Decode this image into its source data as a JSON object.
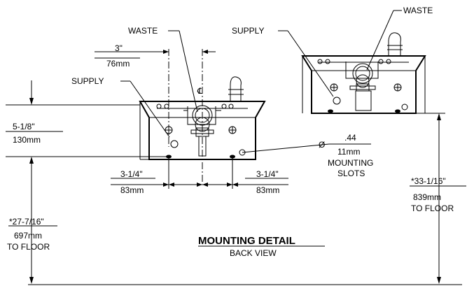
{
  "labels": {
    "waste_left": "WASTE",
    "waste_right": "WASTE",
    "supply_left": "SUPPLY",
    "supply_right": "SUPPLY",
    "dim_3_in": "3\"",
    "dim_3_mm": "76mm",
    "centerline": "℄",
    "dim_518_in": "5-1/8\"",
    "dim_518_mm": "130mm",
    "dim_314_left_in": "3-1/4\"",
    "dim_314_left_mm": "83mm",
    "dim_314_right_in": "3-1/4\"",
    "dim_314_right_mm": "83mm",
    "slot_diam_symbol": "Ø",
    "slot_in": ".44",
    "slot_mm": "11mm",
    "slot_text_1": "MOUNTING",
    "slot_text_2": "SLOTS",
    "left_floor_in": "*27-7/16\"",
    "left_floor_mm": "697mm",
    "left_floor_text": "TO FLOOR",
    "right_floor_in": "*33-1/16\"",
    "right_floor_mm": "839mm",
    "right_floor_text": "TO FLOOR",
    "title": "MOUNTING DETAIL",
    "subtitle": "BACK VIEW"
  },
  "colors": {
    "line": "#000000",
    "background": "#ffffff"
  }
}
